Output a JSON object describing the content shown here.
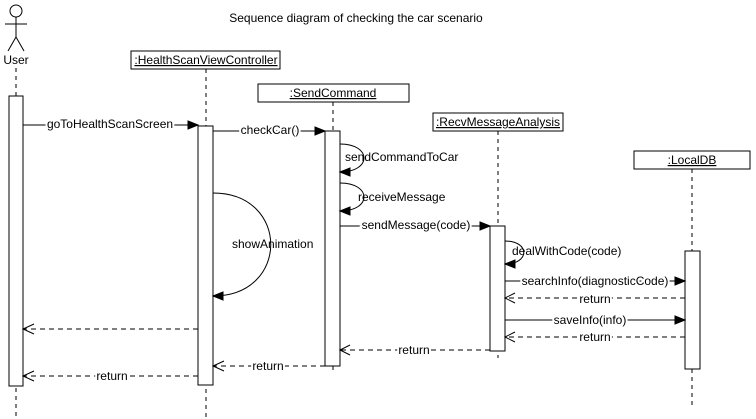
{
  "title": "Sequence diagram of checking the car scenario",
  "actor": {
    "name": "User"
  },
  "participants": [
    {
      "id": "hs",
      "label": ":HealthScanViewController"
    },
    {
      "id": "send",
      "label": ":SendCommand"
    },
    {
      "id": "recv",
      "label": ":RecvMessageAnalysis"
    },
    {
      "id": "db",
      "label": ":LocalDB"
    }
  ],
  "messages": [
    {
      "label": "goToHealthScanScreen",
      "from": "user",
      "to": "hs",
      "kind": "call"
    },
    {
      "label": "checkCar()",
      "from": "hs",
      "to": "send",
      "kind": "call"
    },
    {
      "label": "sendCommandToCar",
      "from": "send",
      "to": "send",
      "kind": "self"
    },
    {
      "label": "receiveMessage",
      "from": "send",
      "to": "send",
      "kind": "self"
    },
    {
      "label": "showAnimation",
      "from": "hs",
      "to": "hs",
      "kind": "self"
    },
    {
      "label": "sendMessage(code)",
      "from": "send",
      "to": "recv",
      "kind": "call"
    },
    {
      "label": "dealWithCode(code)",
      "from": "recv",
      "to": "recv",
      "kind": "self"
    },
    {
      "label": "searchInfo(diagnosticCode)",
      "from": "recv",
      "to": "db",
      "kind": "call"
    },
    {
      "label": "return",
      "from": "db",
      "to": "recv",
      "kind": "return"
    },
    {
      "label": "saveInfo(info)",
      "from": "recv",
      "to": "db",
      "kind": "call"
    },
    {
      "label": "return",
      "from": "db",
      "to": "recv",
      "kind": "return"
    },
    {
      "label": "return",
      "from": "recv",
      "to": "send",
      "kind": "return"
    },
    {
      "label": "",
      "from": "hs",
      "to": "user",
      "kind": "return"
    },
    {
      "label": "return",
      "from": "send",
      "to": "hs",
      "kind": "return"
    },
    {
      "label": "return",
      "from": "hs",
      "to": "user",
      "kind": "return"
    }
  ]
}
